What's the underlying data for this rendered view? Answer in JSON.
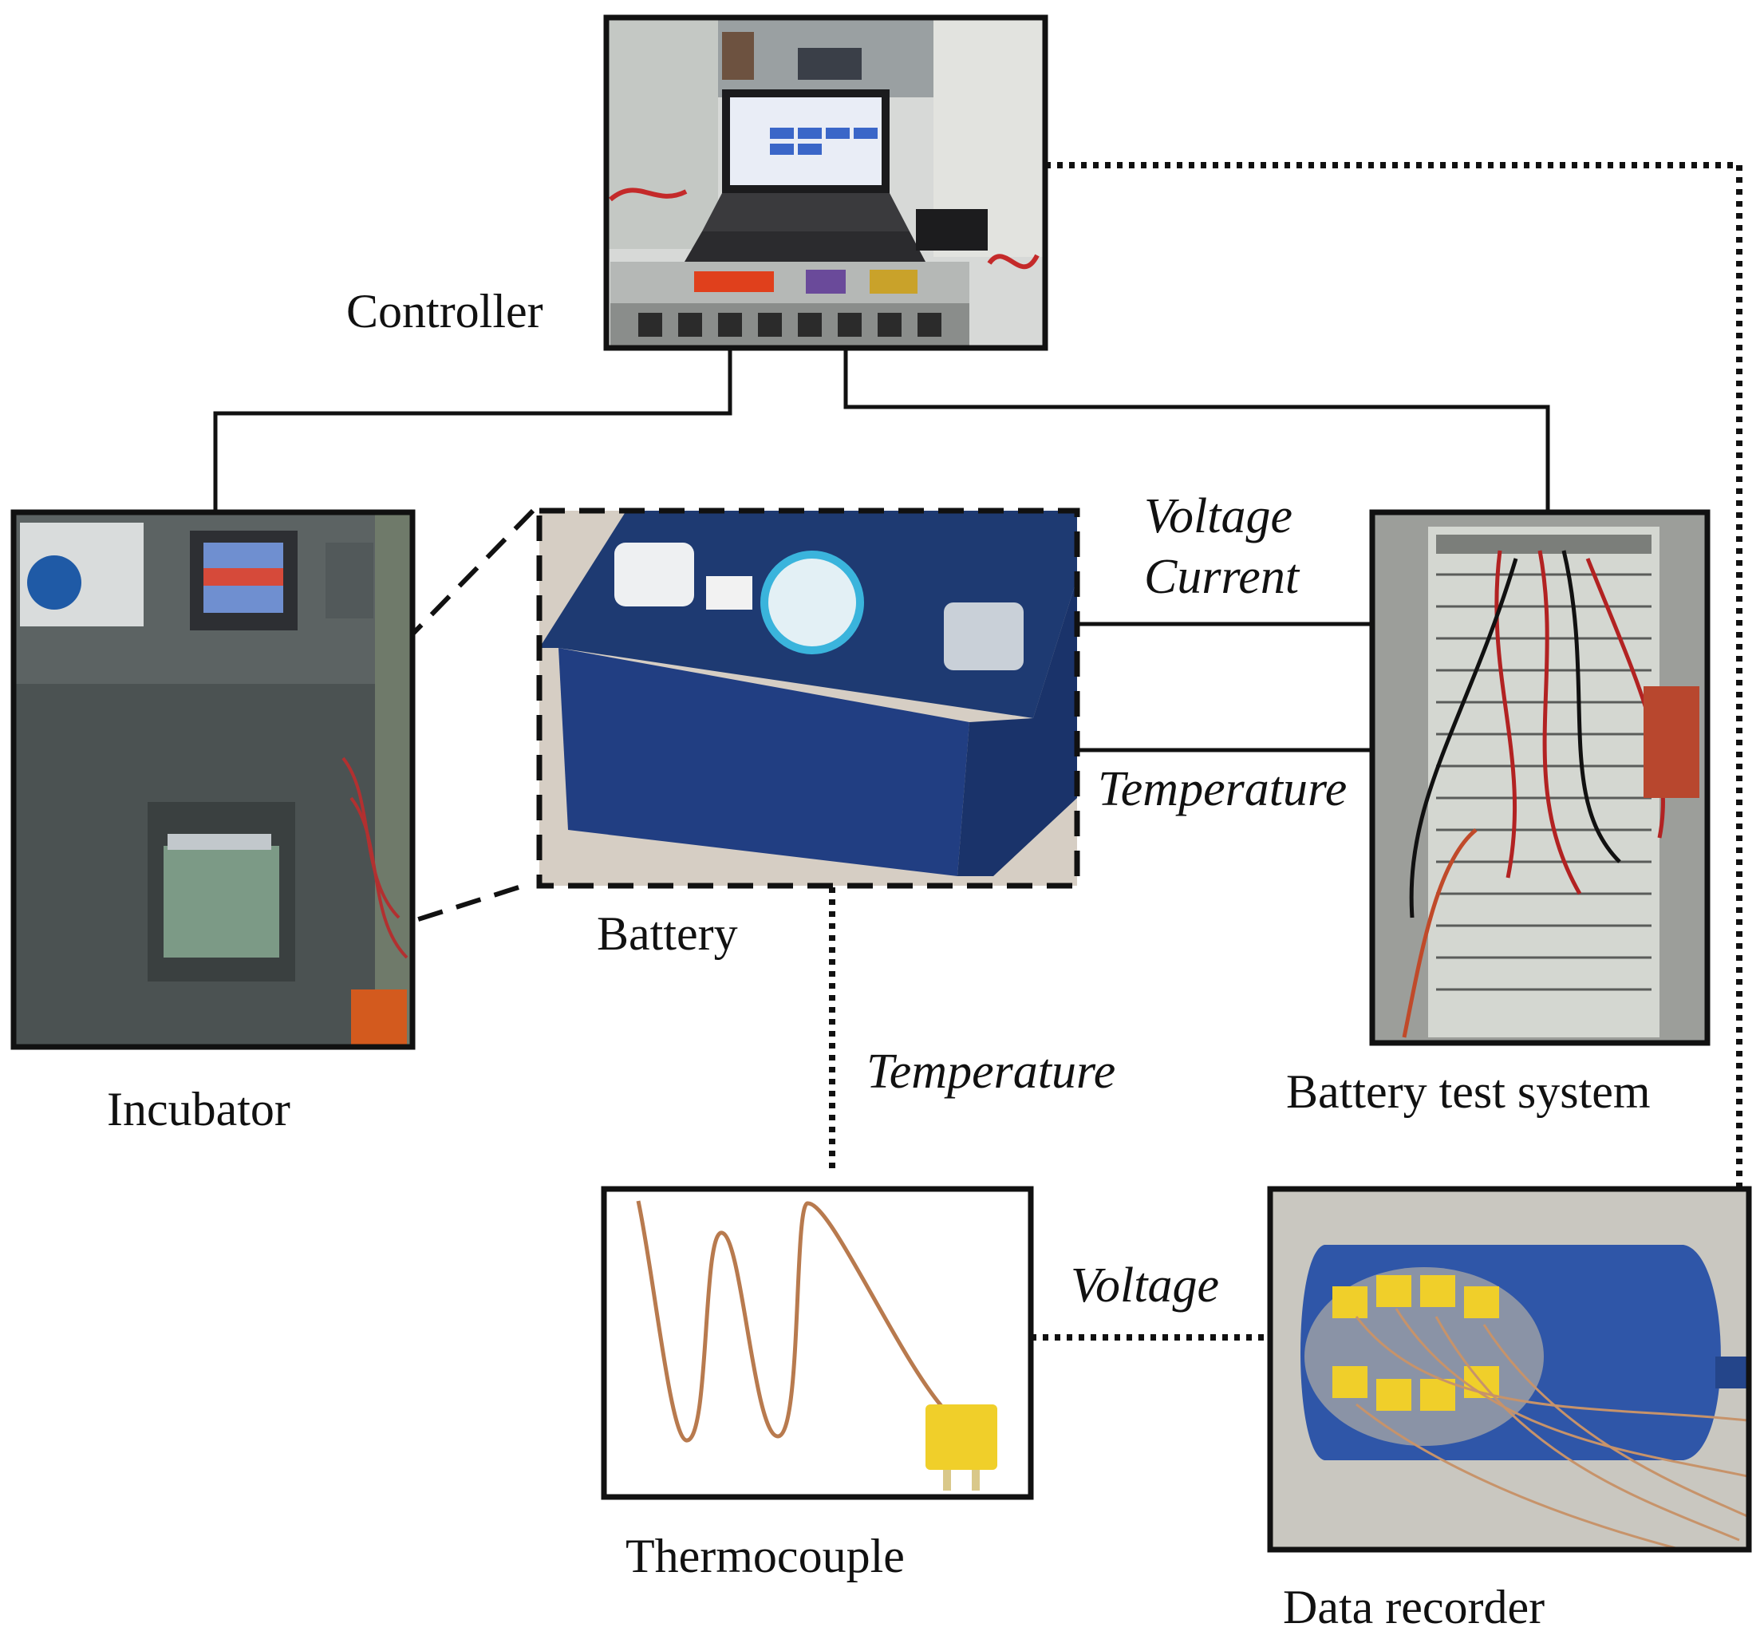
{
  "nodes": {
    "controller": "Controller",
    "incubator": "Incubator",
    "battery": "Battery",
    "battery_test_system": "Battery test system",
    "thermocouple": "Thermocouple",
    "data_recorder": "Data recorder"
  },
  "signals": {
    "voltage_top": "Voltage",
    "current": "Current",
    "temperature_right": "Temperature",
    "temperature_down": "Temperature",
    "voltage_bottom": "Voltage"
  },
  "colors": {
    "line": "#111111",
    "battery_blue": "#1d3a78",
    "incubator_gray": "#4b5252",
    "rack_gray": "#cfd2cc",
    "recorder_blue": "#2f56a8",
    "probe_yellow": "#f0cf2a",
    "wire_copper": "#b87a4e"
  }
}
